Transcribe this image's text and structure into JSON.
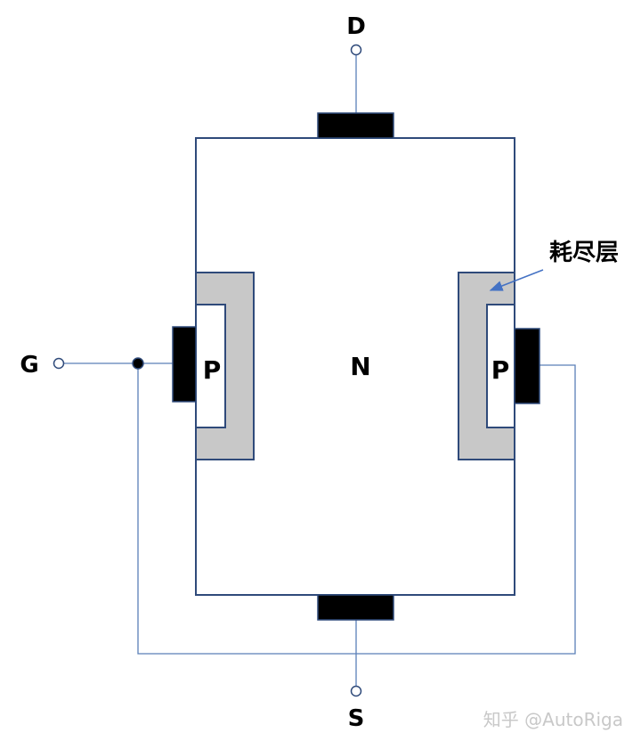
{
  "terminals": {
    "drain": "D",
    "source": "S",
    "gate": "G"
  },
  "regions": {
    "channel": "N",
    "gate_left": "P",
    "gate_right": "P"
  },
  "annotation": {
    "depletion_layer": "耗尽层"
  },
  "watermark": "知乎 @AutoRiga",
  "colors": {
    "outline": "#2f4a7a",
    "wire": "#5b7fb8",
    "contact": "#000000",
    "depletion": "#c8c8c8",
    "arrow": "#4472c4"
  }
}
